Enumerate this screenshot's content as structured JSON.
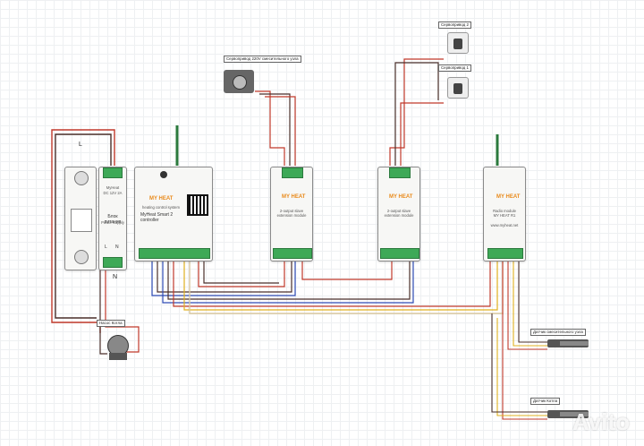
{
  "labels": {
    "servo_220": "Сервопривод 220V смесительного узла",
    "servo2": "Сервопривод 2",
    "servo1": "Сервопривод 1",
    "pump": "Насос Котла",
    "sensor_mix": "Датчик смесительного узла",
    "sensor_boiler": "Датчик Котла",
    "phase_L": "L",
    "phase_N": "N"
  },
  "psu": {
    "title": "Блок питания",
    "subtitle": "Power Supply",
    "brand_line": "MyHeat",
    "model_line": "DC 12V 2A",
    "terminal_L": "L",
    "terminal_N": "N"
  },
  "controller": {
    "name": "MyHeat Smart 2",
    "sub": "controller",
    "logo": "MY HEAT",
    "tagline": "heating control system"
  },
  "relay1": {
    "name": "2-output slave",
    "sub": "extension module",
    "logo": "MY HEAT"
  },
  "relay2": {
    "name": "2-output slave",
    "sub": "extension module",
    "logo": "MY HEAT"
  },
  "radio": {
    "name": "Radio module",
    "sub": "MY HEAT R1",
    "logo": "MY HEAT",
    "site": "www.myheat.net"
  },
  "colors": {
    "wire_red": "#c0392b",
    "wire_dark": "#4a2f2a",
    "wire_blue": "#2e4bb5",
    "wire_yellow": "#e0b020",
    "wire_beige": "#d9c7a0",
    "accent_orange": "#e98a1a",
    "terminal_green": "#3ea957"
  },
  "watermark": "Avito"
}
